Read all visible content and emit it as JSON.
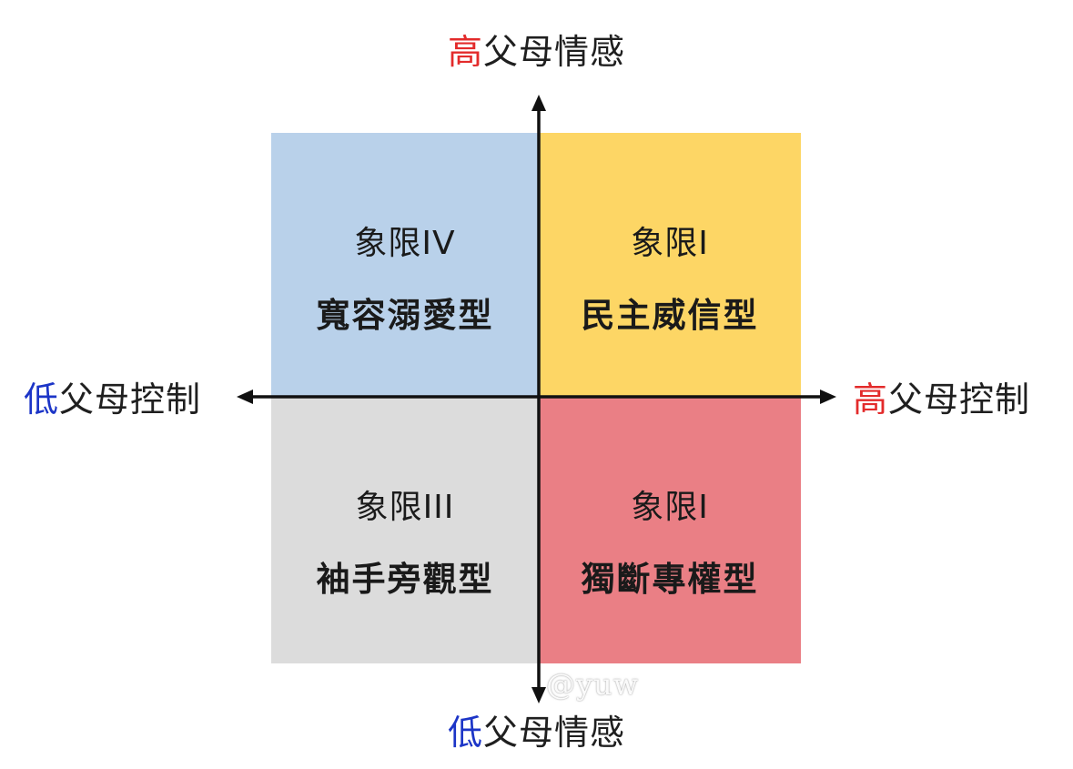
{
  "colors": {
    "quadrant_top_left": "#b9d1ea",
    "quadrant_top_right": "#fdd665",
    "quadrant_bottom_left": "#dcdcdc",
    "quadrant_bottom_right": "#ea7f85",
    "axis": "#111111",
    "high_accent": "#e32b2b",
    "low_accent": "#1c35c7"
  },
  "axes": {
    "top": {
      "level": "高",
      "name": "父母情感"
    },
    "bottom": {
      "level": "低",
      "name": "父母情感"
    },
    "left": {
      "level": "低",
      "name": "父母控制"
    },
    "right": {
      "level": "高",
      "name": "父母控制"
    }
  },
  "quadrants": {
    "top_left": {
      "label": "象限IV",
      "style": "寬容溺愛型"
    },
    "top_right": {
      "label": "象限I",
      "style": "民主威信型"
    },
    "bottom_left": {
      "label": "象限III",
      "style": "袖手旁觀型"
    },
    "bottom_right": {
      "label": "象限I",
      "style": "獨斷專權型"
    }
  },
  "watermark": "@yuw"
}
